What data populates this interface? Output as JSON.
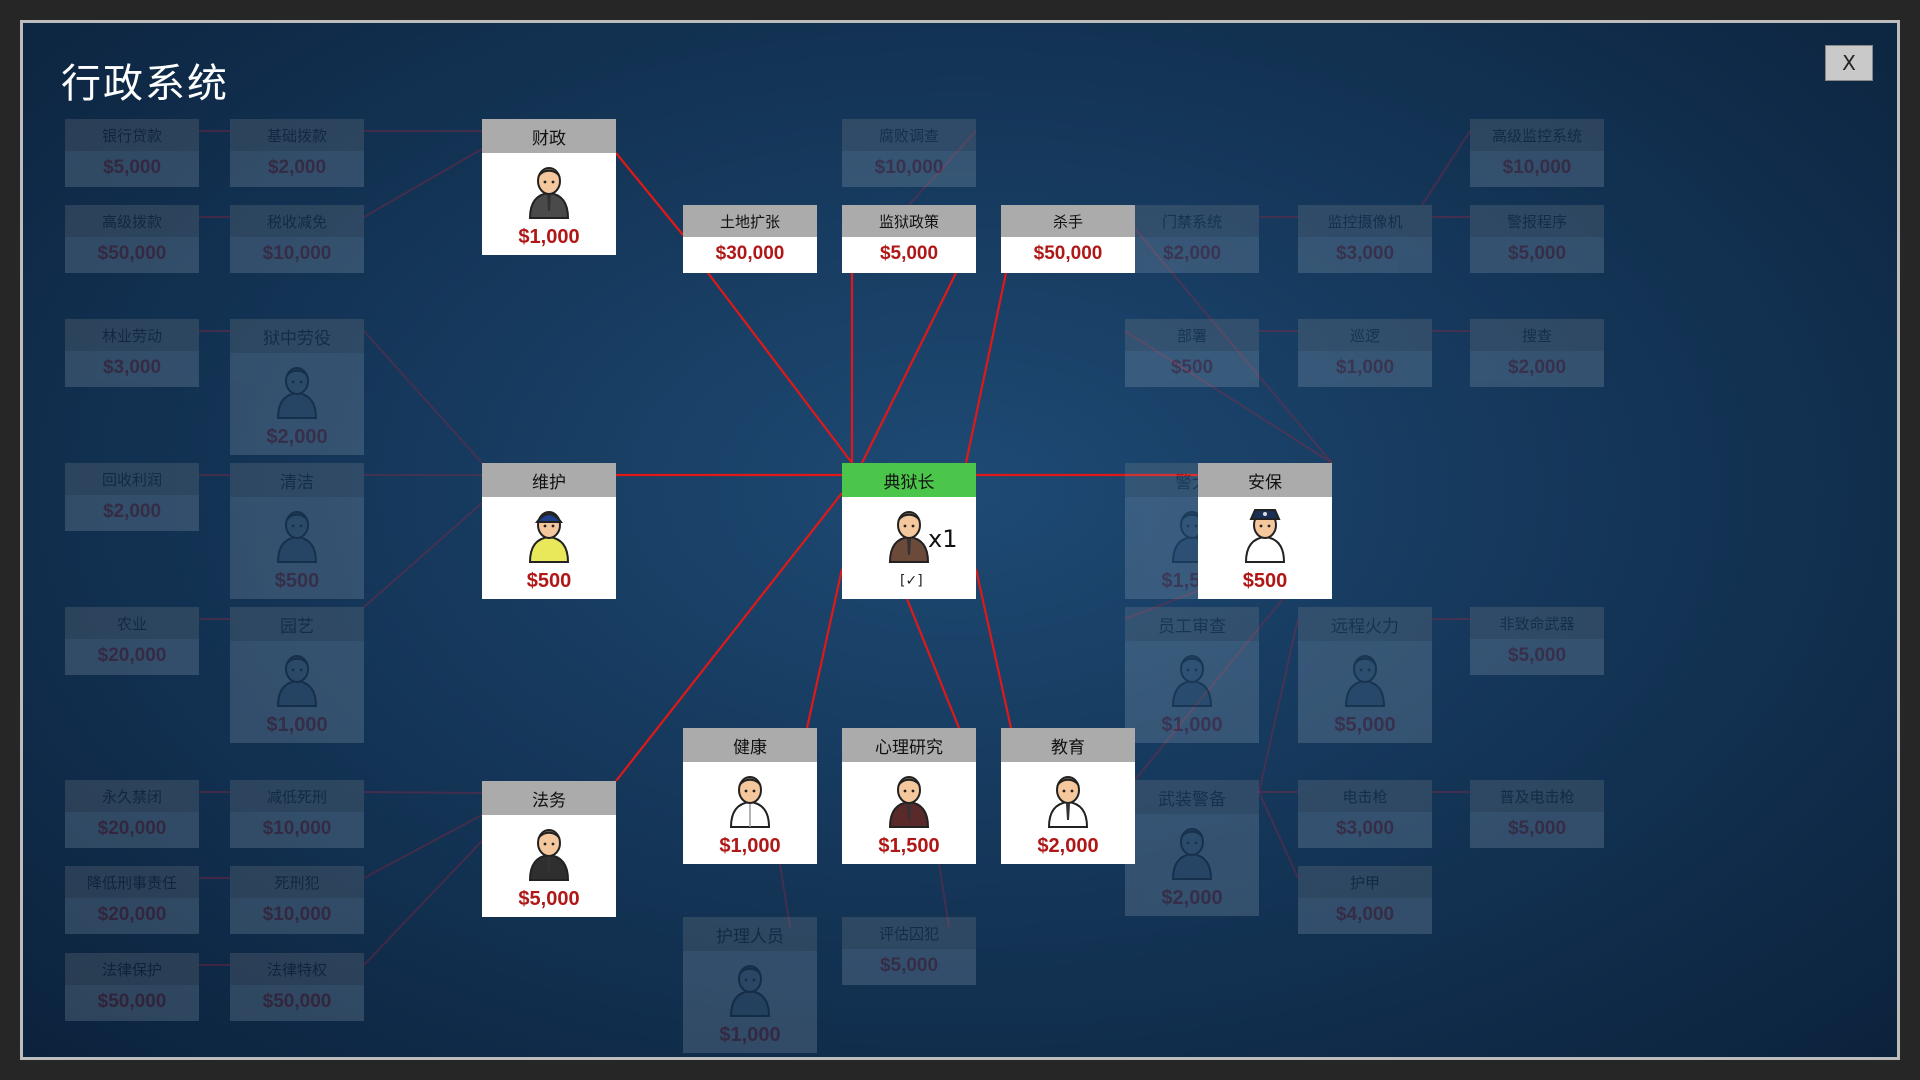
{
  "window": {
    "title": "行政系统",
    "close_label": "X"
  },
  "center_node": {
    "title": "典狱长",
    "multiplier": "x1",
    "status": "[✓]"
  },
  "departments": [
    {
      "title": "财政",
      "cost": "$1,000",
      "icon": "accountant-icon"
    },
    {
      "title": "维护",
      "cost": "$500",
      "icon": "foreman-icon"
    },
    {
      "title": "法务",
      "cost": "$5,000",
      "icon": "lawyer-icon"
    },
    {
      "title": "安保",
      "cost": "$500",
      "icon": "chief-icon"
    },
    {
      "title": "健康",
      "cost": "$1,000",
      "icon": "doctor-icon"
    },
    {
      "title": "心理研究",
      "cost": "$1,500",
      "icon": "psychologist-icon"
    },
    {
      "title": "教育",
      "cost": "$2,000",
      "icon": "teacher-icon"
    }
  ],
  "top_policies": [
    {
      "title": "土地扩张",
      "cost": "$30,000"
    },
    {
      "title": "监狱政策",
      "cost": "$5,000"
    },
    {
      "title": "杀手",
      "cost": "$50,000"
    }
  ],
  "locked": [
    {
      "title": "银行贷款",
      "cost": "$5,000"
    },
    {
      "title": "基础拨款",
      "cost": "$2,000"
    },
    {
      "title": "高级拨款",
      "cost": "$50,000"
    },
    {
      "title": "税收减免",
      "cost": "$10,000"
    },
    {
      "title": "林业劳动",
      "cost": "$3,000"
    },
    {
      "title": "狱中劳役",
      "cost": "$2,000"
    },
    {
      "title": "回收利润",
      "cost": "$2,000"
    },
    {
      "title": "清洁",
      "cost": "$500"
    },
    {
      "title": "农业",
      "cost": "$20,000"
    },
    {
      "title": "园艺",
      "cost": "$1,000"
    },
    {
      "title": "永久禁闭",
      "cost": "$20,000"
    },
    {
      "title": "减低死刑",
      "cost": "$10,000"
    },
    {
      "title": "降低刑事责任",
      "cost": "$20,000"
    },
    {
      "title": "死刑犯",
      "cost": "$10,000"
    },
    {
      "title": "法律保护",
      "cost": "$50,000"
    },
    {
      "title": "法律特权",
      "cost": "$50,000"
    },
    {
      "title": "腐败调查",
      "cost": "$10,000"
    },
    {
      "title": "护理人员",
      "cost": "$1,000"
    },
    {
      "title": "评估囚犯",
      "cost": "$5,000"
    },
    {
      "title": "高级监控系统",
      "cost": "$10,000"
    },
    {
      "title": "门禁系统",
      "cost": "$2,000"
    },
    {
      "title": "监控摄像机",
      "cost": "$3,000"
    },
    {
      "title": "警报程序",
      "cost": "$5,000"
    },
    {
      "title": "部署",
      "cost": "$500"
    },
    {
      "title": "巡逻",
      "cost": "$1,000"
    },
    {
      "title": "搜查",
      "cost": "$2,000"
    },
    {
      "title": "警犬",
      "cost": "$1,500"
    },
    {
      "title": "员工审查",
      "cost": "$1,000"
    },
    {
      "title": "远程火力",
      "cost": "$5,000"
    },
    {
      "title": "非致命武器",
      "cost": "$5,000"
    },
    {
      "title": "武装警备",
      "cost": "$2,000"
    },
    {
      "title": "电击枪",
      "cost": "$3,000"
    },
    {
      "title": "普及电击枪",
      "cost": "$5,000"
    },
    {
      "title": "护甲",
      "cost": "$4,000"
    }
  ]
}
